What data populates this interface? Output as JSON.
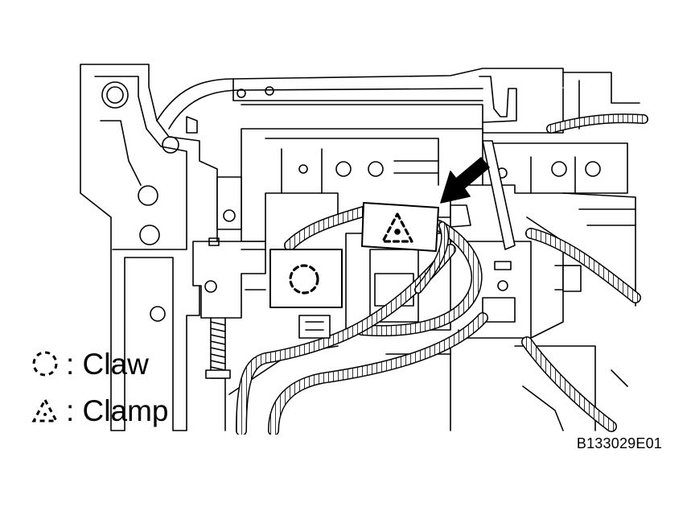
{
  "legend": {
    "claw_label": ": Claw",
    "clamp_label": ": Clamp"
  },
  "figure_id": "B133029E01",
  "icons": {
    "claw": "dashed-circle-icon",
    "clamp": "dashed-triangle-icon",
    "pointer": "arrow-icon"
  },
  "colors": {
    "line": "#000000",
    "background": "#ffffff"
  }
}
